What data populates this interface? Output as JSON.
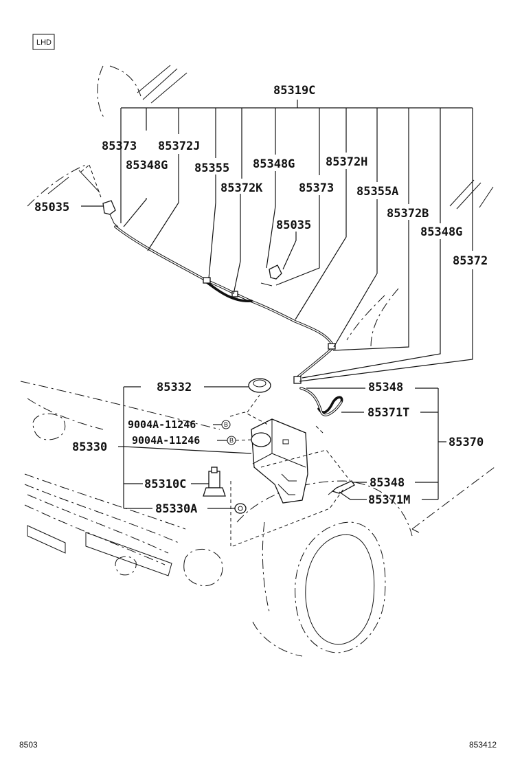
{
  "header": {
    "tag": "LHD"
  },
  "labels": {
    "l_85319C": "85319C",
    "l_85373_a": "85373",
    "l_85372J": "85372J",
    "l_85348G_a": "85348G",
    "l_85355": "85355",
    "l_85348G_b": "85348G",
    "l_85372H": "85372H",
    "l_85372K": "85372K",
    "l_85373_b": "85373",
    "l_85355A": "85355A",
    "l_85035_a": "85035",
    "l_85035_b": "85035",
    "l_85372B": "85372B",
    "l_85348G_c": "85348G",
    "l_85372": "85372",
    "l_85332": "85332",
    "l_9004A_a": "9004A-11246",
    "l_9004A_b": "9004A-11246",
    "l_85330": "85330",
    "l_85310C": "85310C",
    "l_85330A": "85330A",
    "l_85348_a": "85348",
    "l_85371T": "85371T",
    "l_85370": "85370",
    "l_85348_b": "85348",
    "l_85371M": "85371M",
    "bolt_mark": "B"
  },
  "footer": {
    "left": "8503",
    "right": "853412"
  }
}
